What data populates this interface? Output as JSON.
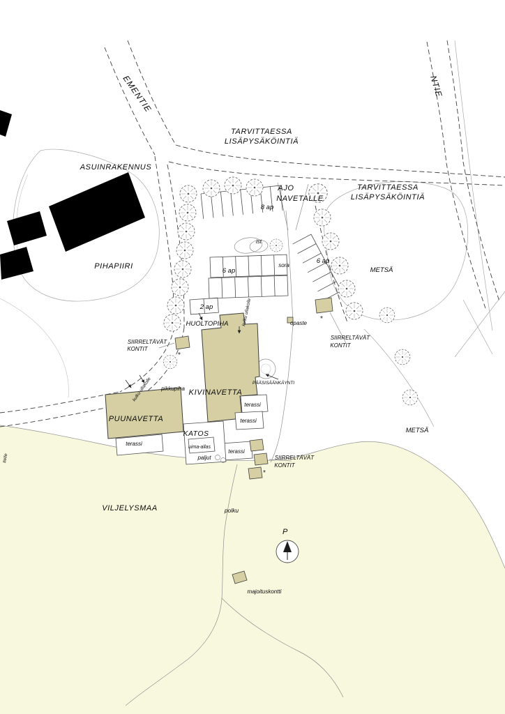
{
  "colors": {
    "field": "#f8f8de",
    "building": "#d5cfa3",
    "black_building": "#000000",
    "tree_stroke": "#7a7a7a"
  },
  "labels": {
    "road_top_left": "EMENTIE",
    "road_top_right": "NTIE",
    "road_left_edge": "tielle",
    "extra_parking_top_1": "TARVITTAESSA",
    "extra_parking_top_2": "LISÄPYSÄKÖINTIÄ",
    "asunrakennus": "ASUINRAKENNUS",
    "ajo_navetalle_1": "AJO",
    "ajo_navetalle_2": "NAVETALLE",
    "extra_parking_right_1": "TARVITTAESSA",
    "extra_parking_right_2": "LISÄPYSÄKÖINTIÄ",
    "parking_8": "8 ap",
    "pihapiiri": "PIHAPIIRI",
    "parking_6_left": "6 ap",
    "sora": "sora",
    "ist": "ist",
    "parking_6_right": "6 ap",
    "metsa_upper": "METSÄ",
    "parking_2": "2 ap",
    "huoltopiha": "HUOLTOPIHA",
    "kulku_ullakolle_right": "kulku ullakolle",
    "opaste": "opaste",
    "kontit_left_1": "SIIRRELTÄVÄT",
    "kontit_left_2": "KONTIT",
    "kontit_right_1": "SIIRRELTÄVÄT",
    "kontit_right_2": "KONTIT",
    "kivinavetta": "KIVINAVETTA",
    "paasisaankaynti": "PÄÄSISÄÄNKÄYNTI",
    "pikkupiha": "pikkupiha",
    "kulku_ullakolle_left": "kulku ullakolle",
    "puunavetta": "PUUNAVETTA",
    "terassi_right_1": "terassi",
    "terassi_right_2": "terassi",
    "terassi_bottom": "terassi",
    "terassi_left": "terassi",
    "katos": "KATOS",
    "uima_allas": "uima-allas",
    "paljut": "paljut",
    "kontit_bottom_1": "SIIRRELTÄVÄT",
    "kontit_bottom_2": "KONTIT",
    "metsa_lower": "METSÄ",
    "viljelysmaa": "VILJELYSMAA",
    "polku": "polku",
    "north": "P",
    "majoituskontti": "majoituskontti"
  },
  "symbols": {
    "container_marker": "*"
  }
}
